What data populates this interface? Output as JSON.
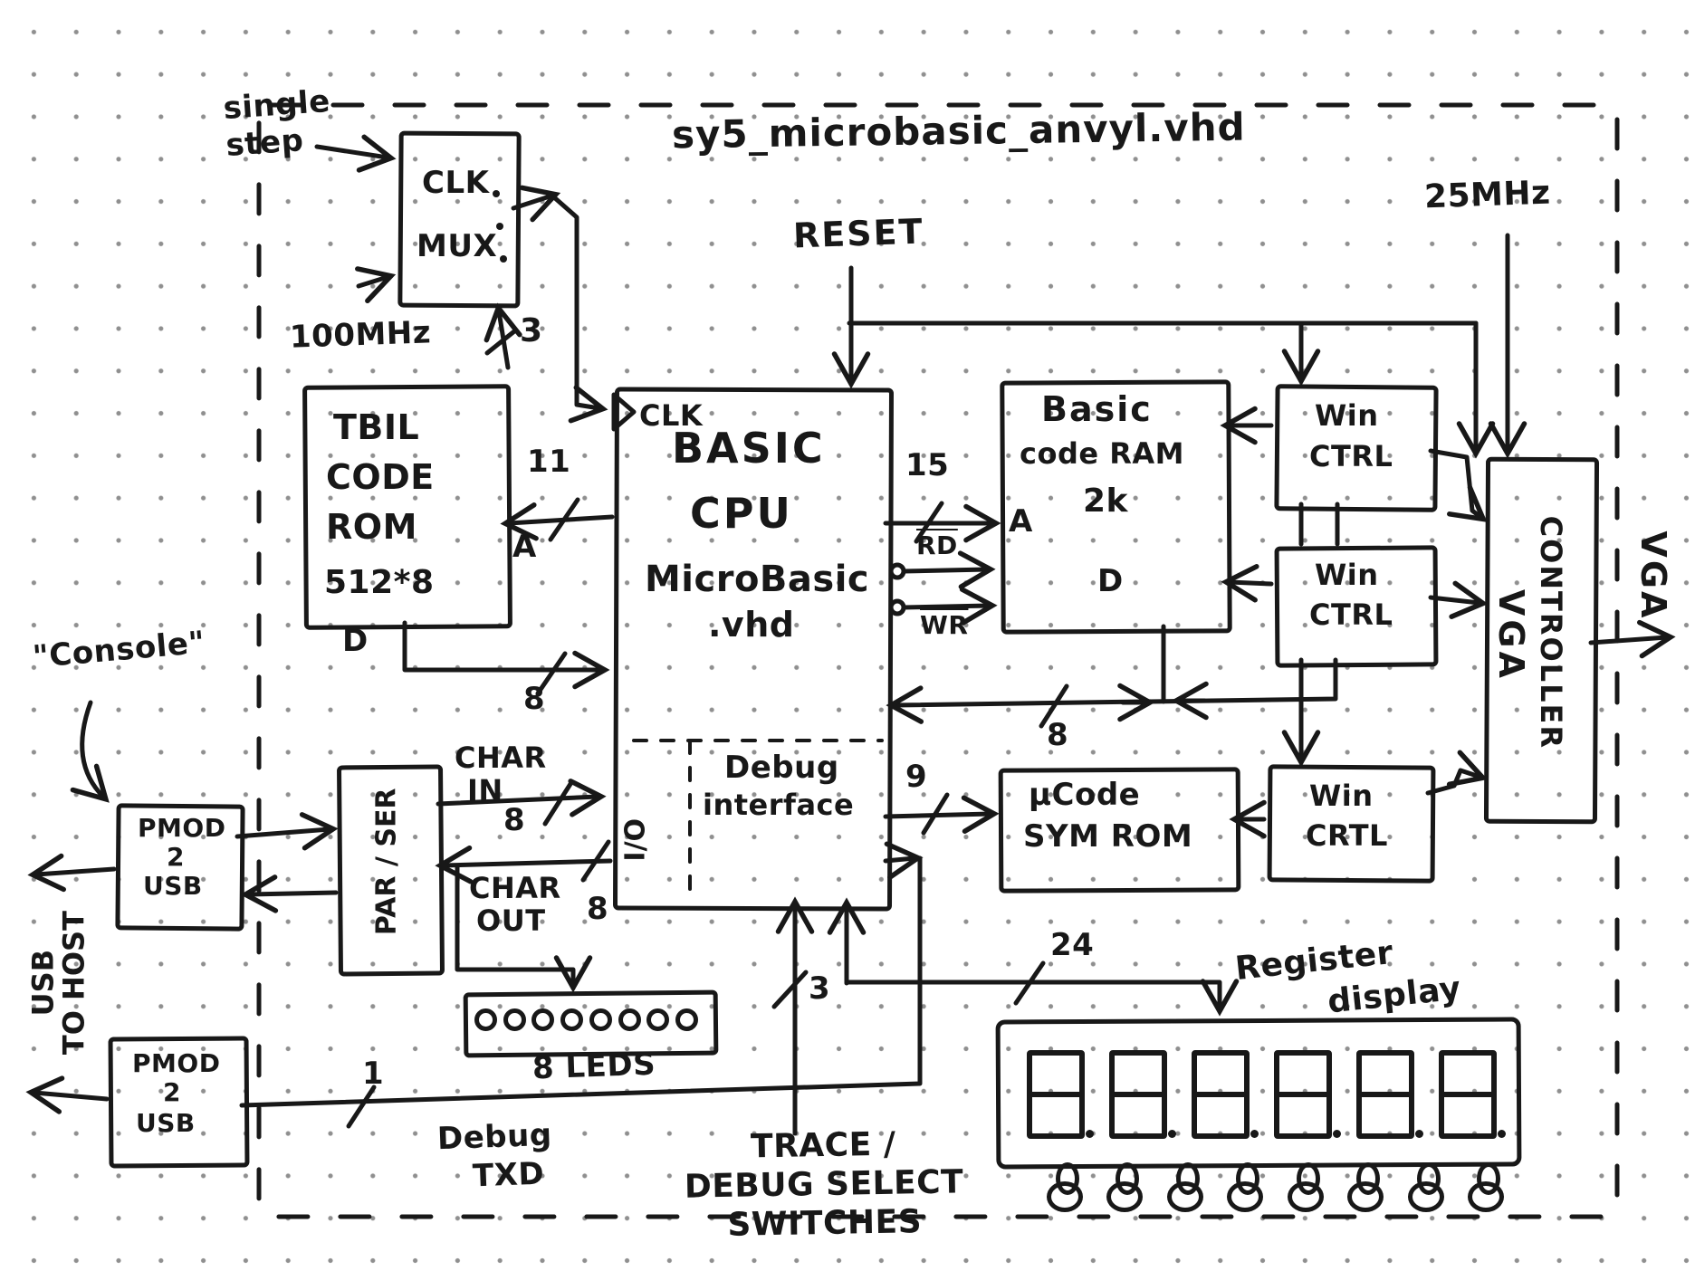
{
  "title": "sy5_microbasic_anvyl.vhd",
  "annotations": {
    "single_step_1": "single",
    "single_step_2": "step",
    "clk_100mhz": "100MHz",
    "clk_mul3": "3",
    "reset": "RESET",
    "clk_25mhz": "25MHz",
    "console": "\"Console\"",
    "usb_host_1": "USB",
    "usb_host_2": "TO HOST",
    "debug_txd_1": "Debug",
    "debug_txd_2": "TXD",
    "trace_1": "TRACE /",
    "trace_2": "DEBUG SELECT",
    "trace_3": "SWITCHES",
    "register_display_1": "Register",
    "register_display_2": "display",
    "vga_out": "VGA"
  },
  "clk_mux": {
    "line1": "CLK",
    "line2": "MUX"
  },
  "rom": {
    "line1": "TBIL",
    "line2": "CODE",
    "line3": "ROM",
    "line4": "512*8",
    "port_a": "A",
    "port_d": "D",
    "bus_a": "11",
    "bus_d": "8"
  },
  "cpu": {
    "clk": "CLK",
    "line1": "BASIC",
    "line2": "CPU",
    "line3": "MicroBasic",
    "line4": ".vhd",
    "debug_1": "Debug",
    "debug_2": "interface",
    "io": "I/O"
  },
  "ram": {
    "line1": "Basic",
    "line2": "code RAM",
    "line3": "2k",
    "port_a": "A",
    "port_d": "D",
    "bus_a": "15",
    "sig_rd": "RD",
    "sig_wr": "WR",
    "bus_d": "8"
  },
  "ucode_rom": {
    "line1": "µCode",
    "line2": "SYM ROM",
    "bus": "9"
  },
  "win_ctrl_1": {
    "line1": "Win",
    "line2": "CTRL"
  },
  "win_ctrl_2": {
    "line1": "Win",
    "line2": "CTRL"
  },
  "win_ctrl_3": {
    "line1": "Win",
    "line2": "CRTL"
  },
  "vga": {
    "word1": "VGA",
    "word2": "CONTROLLER"
  },
  "pmod_1": {
    "line1": "PMOD",
    "line2": "2",
    "line3": "USB"
  },
  "pmod_2": {
    "line1": "PMOD",
    "line2": "2",
    "line3": "USB"
  },
  "par_ser": {
    "label": "PAR / SER"
  },
  "char_io": {
    "in_1": "CHAR",
    "in_2": "IN",
    "in_bus": "8",
    "out_1": "CHAR",
    "out_2": "OUT",
    "out_bus": "8"
  },
  "leds": {
    "label": "8 LEDS",
    "count": 8
  },
  "display": {
    "bus": "24",
    "digit_count": 6,
    "button_count": 8
  },
  "debug_link": {
    "bus": "1",
    "trace_bus": "3"
  }
}
